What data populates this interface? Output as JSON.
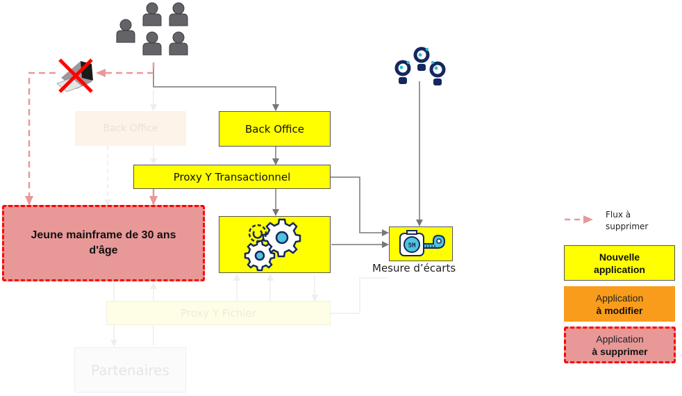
{
  "diagram": {
    "users_group_icon": "people-group-icon",
    "analysts_group_icon": "analysts-group-icon",
    "obsolete_terminal_icon": "crossed-out-computer-icon",
    "nodes": {
      "back_office_new": "Back Office",
      "back_office_old": "Back Office",
      "proxy_transactionnel": "Proxy Y Transactionnel",
      "processing_engine_icon": "gears-icon",
      "mainframe": "Jeune mainframe de 30 ans d'âge",
      "proxy_fichier": "Proxy Y Fichier",
      "partenaires": "Partenaires",
      "mesure_icon": "measuring-tape-icon",
      "mesure_label": "Mesure d’écarts"
    }
  },
  "legend": {
    "flow_to_remove": "Flux à supprimer",
    "new_app": "Nouvelle application",
    "modify_app_line1": "Application",
    "modify_app_line2": "à modifier",
    "remove_app_line1": "Application",
    "remove_app_line2": "à supprimer",
    "colors": {
      "new": "#ffff00",
      "modify": "#fa9c1b",
      "remove": "#e99898",
      "remove_border": "#ff0000",
      "flow_removed": "#e99898"
    }
  }
}
